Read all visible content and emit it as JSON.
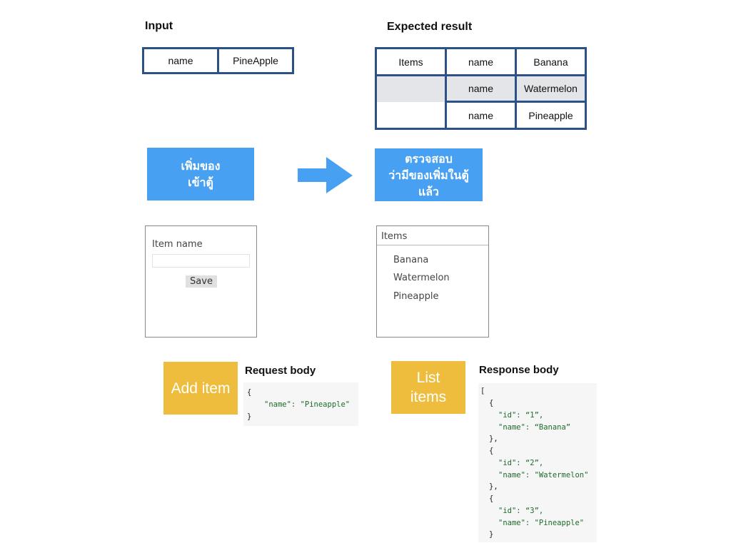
{
  "input": {
    "heading": "Input",
    "row": [
      "name",
      "PineApple"
    ]
  },
  "expected": {
    "heading": "Expected result",
    "rows": [
      {
        "label": "Items",
        "key": "name",
        "value": "Banana"
      },
      {
        "label": "",
        "key": "name",
        "value": "Watermelon"
      },
      {
        "label": "",
        "key": "name",
        "value": "Pineapple"
      }
    ]
  },
  "actions": {
    "add_to_cabinet": [
      "เพิ่มของ",
      "เข้าตู้"
    ],
    "verify_in_cabinet": [
      "ตรวจสอบ",
      "ว่ามีของเพิ่มในตู้",
      "แล้ว"
    ]
  },
  "add_form": {
    "label": "Item name",
    "input_value": "",
    "save_label": "Save"
  },
  "items_list": {
    "title": "Items",
    "items": [
      "Banana",
      "Watermelon",
      "Pineapple"
    ]
  },
  "add_api": {
    "label": "Add item",
    "body_heading": "Request body",
    "body_lines": [
      {
        "key": "",
        "val": "{"
      },
      {
        "key": "\"name\": ",
        "val": "\"Pineapple\""
      },
      {
        "key": "",
        "val": "}"
      }
    ]
  },
  "list_api": {
    "label": [
      "List",
      "items"
    ],
    "body_heading": "Response body",
    "body_lines": [
      {
        "key": "",
        "val": "["
      },
      {
        "key": "",
        "val": "{"
      },
      {
        "key": "\"id\": ",
        "val": "“1”,"
      },
      {
        "key": "\"name\": ",
        "val": "“Banana”"
      },
      {
        "key": "",
        "val": "},"
      },
      {
        "key": "",
        "val": "{"
      },
      {
        "key": "\"id\": ",
        "val": "“2”,"
      },
      {
        "key": "\"name\": ",
        "val": "\"Watermelon\""
      },
      {
        "key": "",
        "val": "},"
      },
      {
        "key": "",
        "val": "{"
      },
      {
        "key": "\"id\": ",
        "val": "“3”,"
      },
      {
        "key": "\"name\": ",
        "val": "\"Pineapple\""
      },
      {
        "key": "",
        "val": "}"
      }
    ]
  },
  "colors": {
    "table_border": "#2c5186",
    "action_blue": "#47a0f1",
    "api_yellow": "#efbd3e",
    "json_string": "#1f6b2a"
  }
}
